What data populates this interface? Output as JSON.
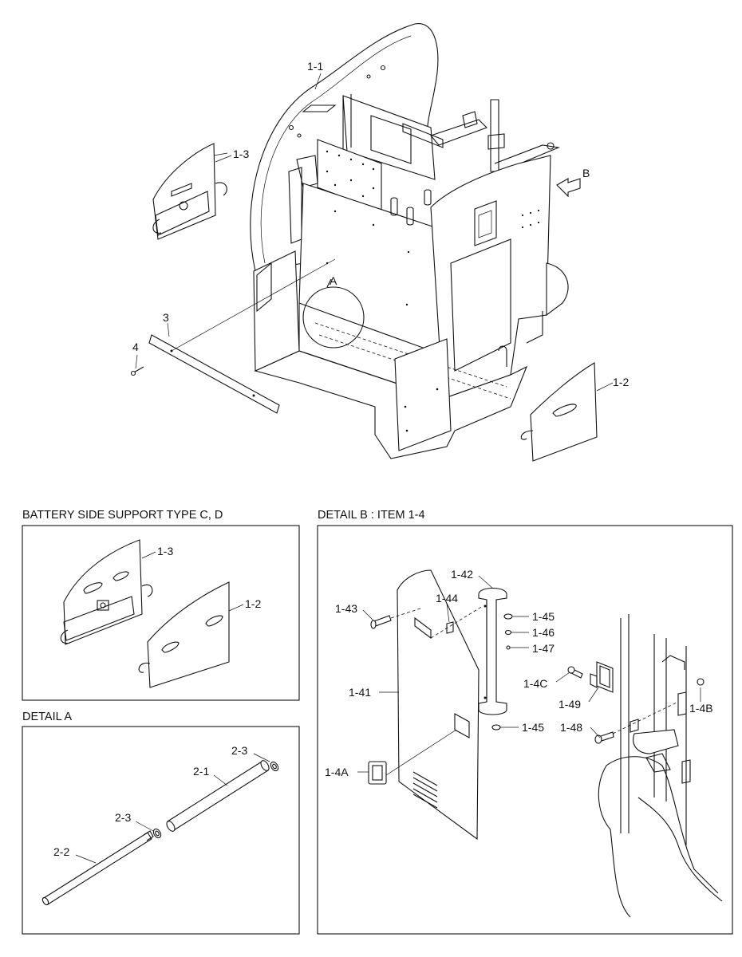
{
  "main_labels": {
    "l1_1": "1-1",
    "l1_2": "1-2",
    "l1_3": "1-3",
    "l3": "3",
    "l4": "4",
    "lA": "A",
    "lB": "B"
  },
  "panel_support": {
    "title": "BATTERY SIDE SUPPORT TYPE C, D",
    "l1_3": "1-3",
    "l1_2": "1-2"
  },
  "panel_detail_a": {
    "title": "DETAIL A",
    "l2_3a": "2-3",
    "l2_1": "2-1",
    "l2_3b": "2-3",
    "l2_2": "2-2"
  },
  "panel_detail_b": {
    "title": "DETAIL B : ITEM 1-4",
    "l1_42": "1-42",
    "l1_43": "1-43",
    "l1_44": "1-44",
    "l1_45a": "1-45",
    "l1_46": "1-46",
    "l1_47": "1-47",
    "l1_41": "1-41",
    "l1_4C": "1-4C",
    "l1_49": "1-49",
    "l1_4B": "1-4B",
    "l1_48": "1-48",
    "l1_45b": "1-45",
    "l1_4A": "1-4A"
  }
}
